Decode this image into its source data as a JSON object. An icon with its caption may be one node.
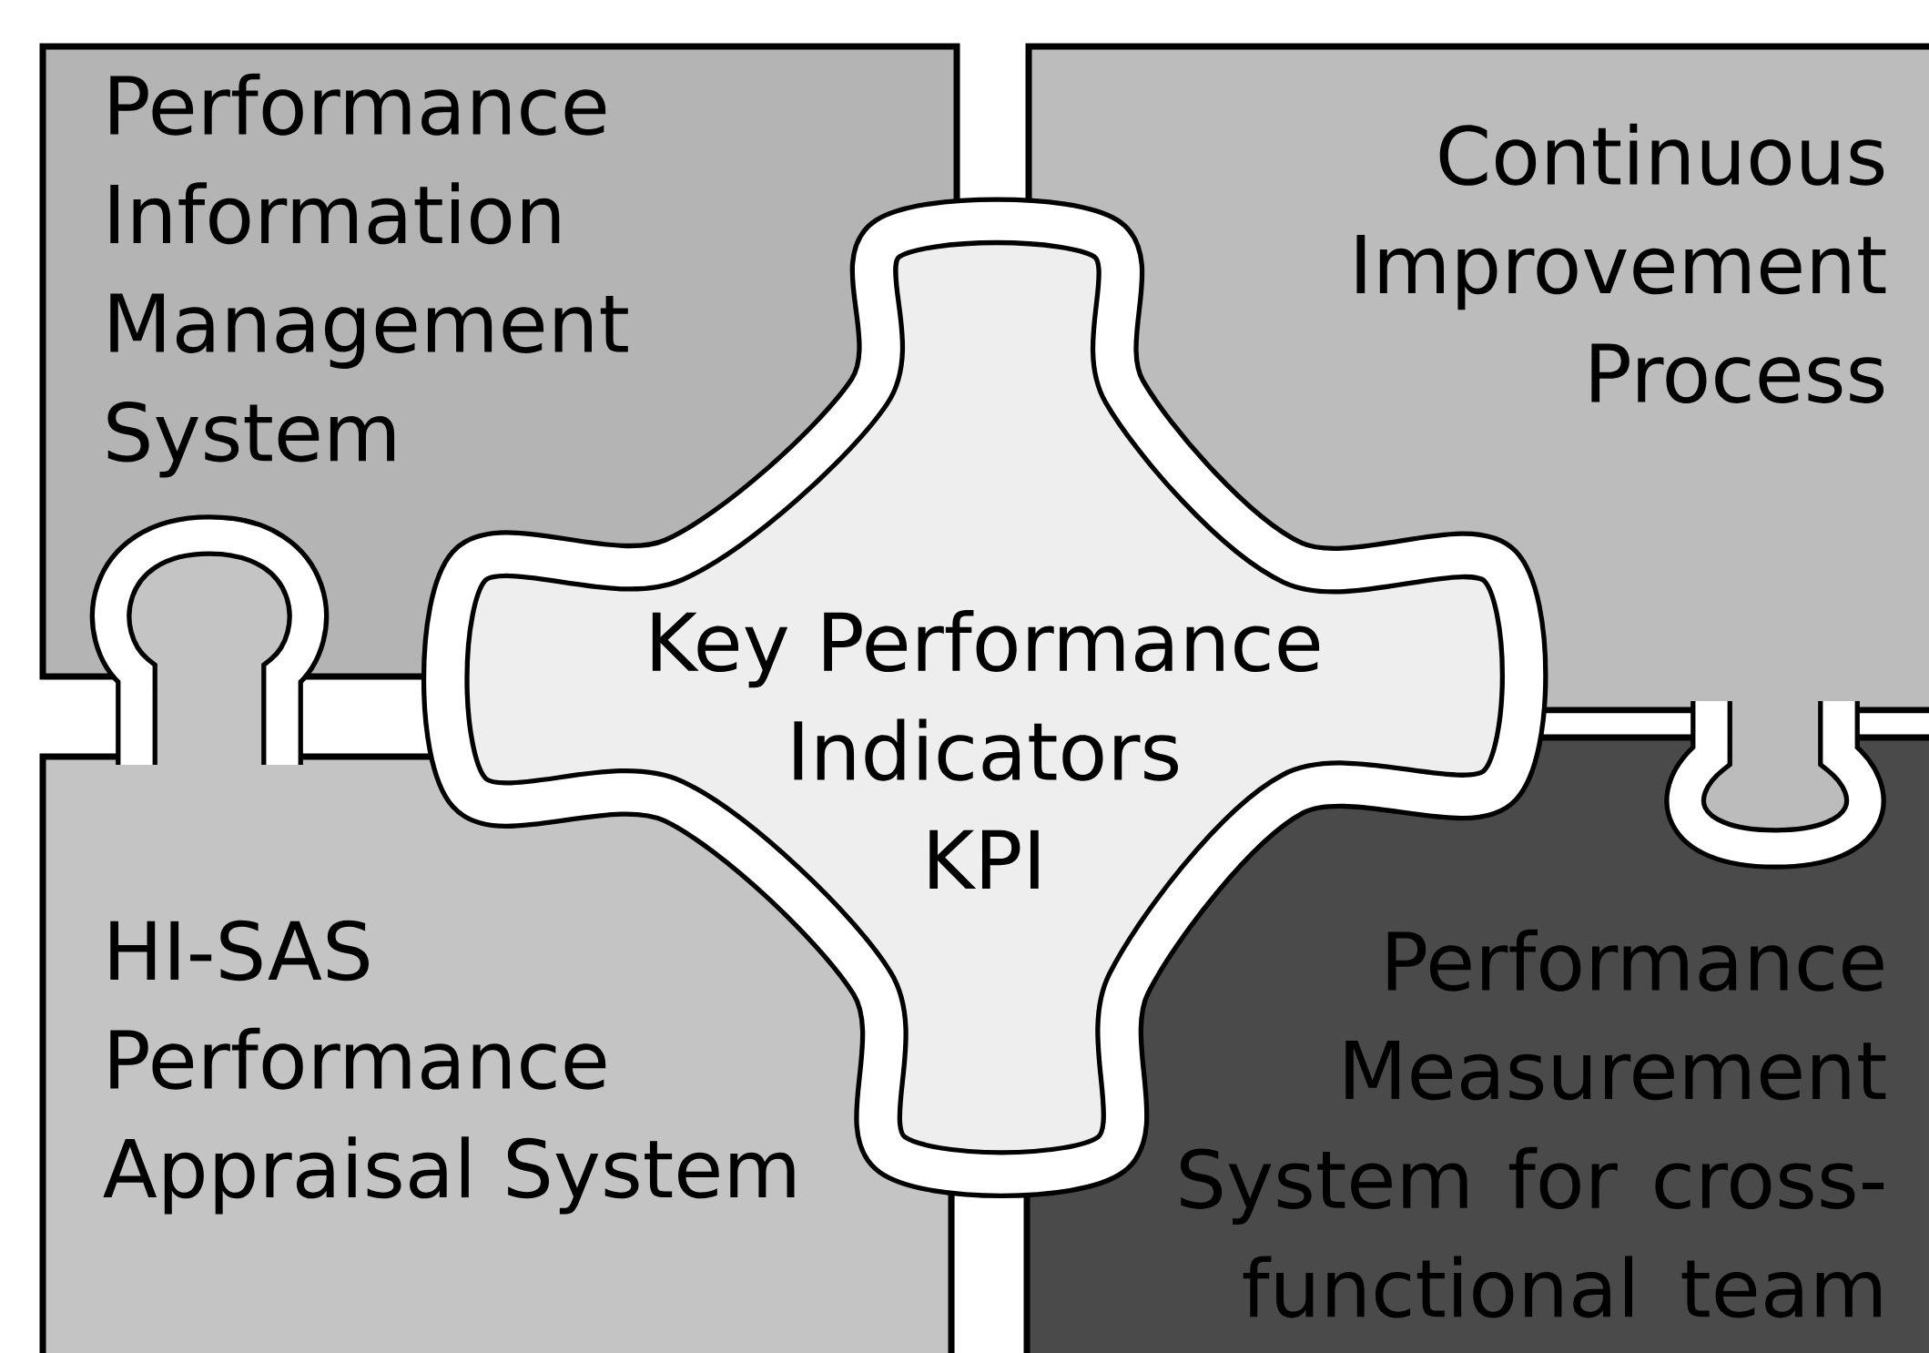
{
  "diagram": {
    "nodes": [
      {
        "text": [
          "Performance Information Management System"
        ]
      },
      {
        "text": [
          "Continuous Improvement Process"
        ]
      },
      {
        "text": [
          "Key Performance Indicators KPI"
        ]
      },
      {
        "text": [
          "HI-SAS Performance Appraisal System"
        ]
      },
      {
        "text": [
          "Performance Measurement System for cross-functional team"
        ]
      }
    ]
  }
}
